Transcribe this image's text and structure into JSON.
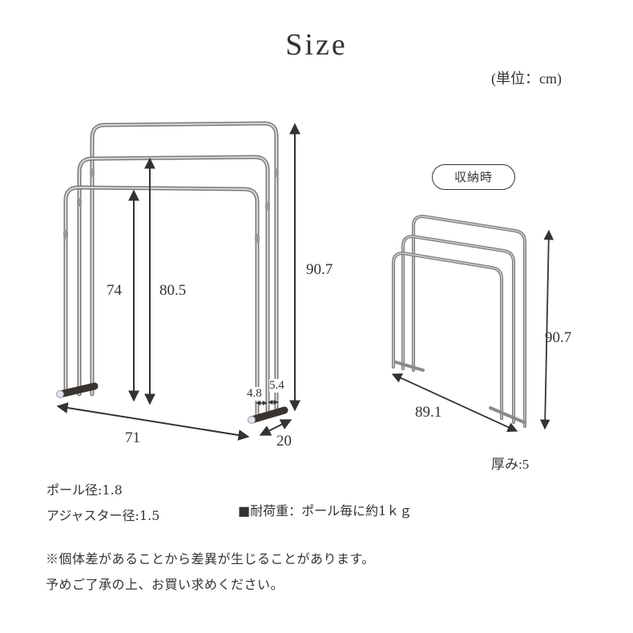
{
  "header": {
    "title": "Size",
    "unit": "(単位：cm)"
  },
  "open_view": {
    "dimensions": {
      "height_short": "74",
      "height_mid": "80.5",
      "height_total": "90.7",
      "width": "71",
      "depth": "20",
      "pole_gap_1": "4.8",
      "pole_gap_2": "5.4"
    }
  },
  "storage_view": {
    "badge": "収納時",
    "dimensions": {
      "height": "90.7",
      "length": "89.1",
      "thickness": "厚み:5"
    }
  },
  "specs": {
    "pole_diameter": "ポール径:1.8",
    "adjuster_diameter": "アジャスター径:1.5",
    "load_capacity": "■耐荷重：ポール毎に約1ｋｇ"
  },
  "notes": {
    "line1": "※個体差があることから差異が生じることがあります。",
    "line2": "予めご了承の上、お買い求めください。"
  },
  "colors": {
    "text": "#333333",
    "pipe": "#a8a8a8",
    "pipe_dark": "#6e6e6e",
    "base": "#3a3430",
    "arrow": "#333333"
  }
}
